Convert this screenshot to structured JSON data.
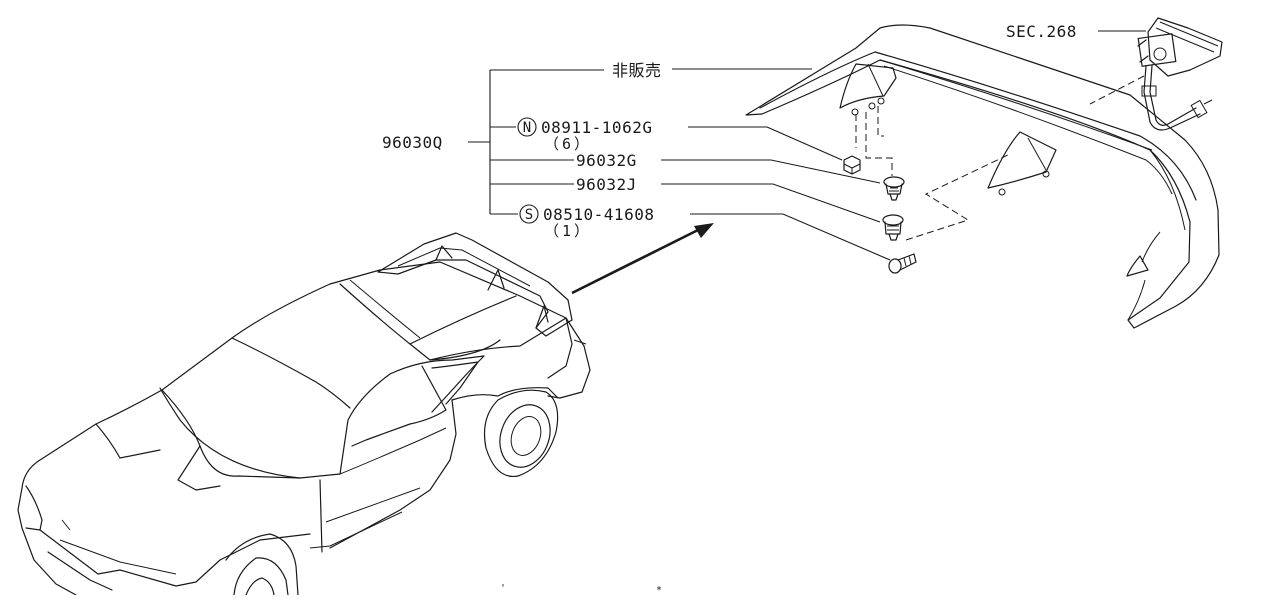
{
  "diagram": {
    "assembly_part_no": "96030Q",
    "callouts": [
      {
        "id": "not-for-sale",
        "text": "非販売"
      },
      {
        "id": "nut",
        "symbol": "N",
        "part_no": "08911-1062G",
        "qty": "（6）"
      },
      {
        "id": "grommet-g",
        "part_no": "96032G"
      },
      {
        "id": "grommet-j",
        "part_no": "96032J"
      },
      {
        "id": "screw",
        "symbol": "S",
        "part_no": "08510-41608",
        "qty": "（1）"
      }
    ],
    "section_ref": "SEC.268",
    "page_marks": [
      "'",
      "*"
    ],
    "line_color": "#1a1a1a",
    "background": "#ffffff"
  }
}
